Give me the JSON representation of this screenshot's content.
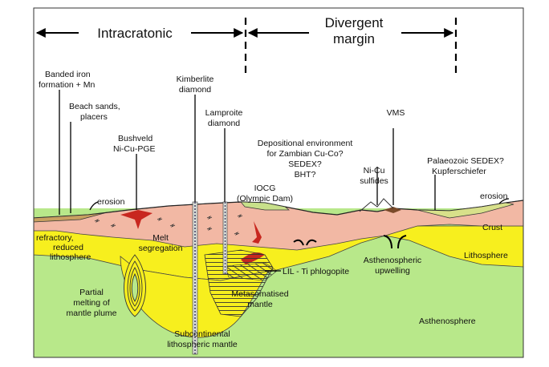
{
  "header": {
    "intracratonic": "Intracratonic",
    "divergent_line1": "Divergent",
    "divergent_line2": "margin"
  },
  "deposits": {
    "banded_iron_1": "Banded iron",
    "banded_iron_2": "formation + Mn",
    "beach_sands_1": "Beach sands,",
    "beach_sands_2": "placers",
    "bushveld_1": "Bushveld",
    "bushveld_2": "Ni-Cu-PGE",
    "kimberlite_1": "Kimberlite",
    "kimberlite_2": "diamond",
    "lamproite_1": "Lamproite",
    "lamproite_2": "diamond",
    "zambian_1": "Depositional environment",
    "zambian_2": "for Zambian Cu-Co?",
    "zambian_3": "SEDEX?",
    "zambian_4": "BHT?",
    "iocg_1": "IOCG",
    "iocg_2": "(Olympic Dam)",
    "nicu_1": "Ni-Cu",
    "nicu_2": "sulfides",
    "vms": "VMS",
    "palaeozoic_1": "Palaeozoic SEDEX?",
    "palaeozoic_2": "Kupferschiefer",
    "erosion_left": "erosion",
    "erosion_right": "erosion"
  },
  "layers": {
    "crust": "Crust",
    "lithosphere": "Lithosphere",
    "asthenosphere": "Asthenosphere",
    "refractory_1": "refractory,",
    "refractory_2": "reduced",
    "refractory_3": "lithosphere",
    "melt_1": "Melt",
    "melt_2": "segregation",
    "lil": "LIL - Ti phlogopite",
    "upwelling_1": "Asthenospheric",
    "upwelling_2": "upwelling",
    "metasomatised_1": "Metasomatised",
    "metasomatised_2": "mantle",
    "partial_1": "Partial",
    "partial_2": "melting of",
    "partial_3": "mantle plume",
    "subcontinental_1": "Subcontinental",
    "subcontinental_2": "lithospheric mantle"
  },
  "colors": {
    "crust": "#f2b8a4",
    "lithosphere": "#f7ef1e",
    "asthenosphere": "#b8e88a",
    "melt": "#c8271f",
    "sediment": "#c8e08a"
  }
}
